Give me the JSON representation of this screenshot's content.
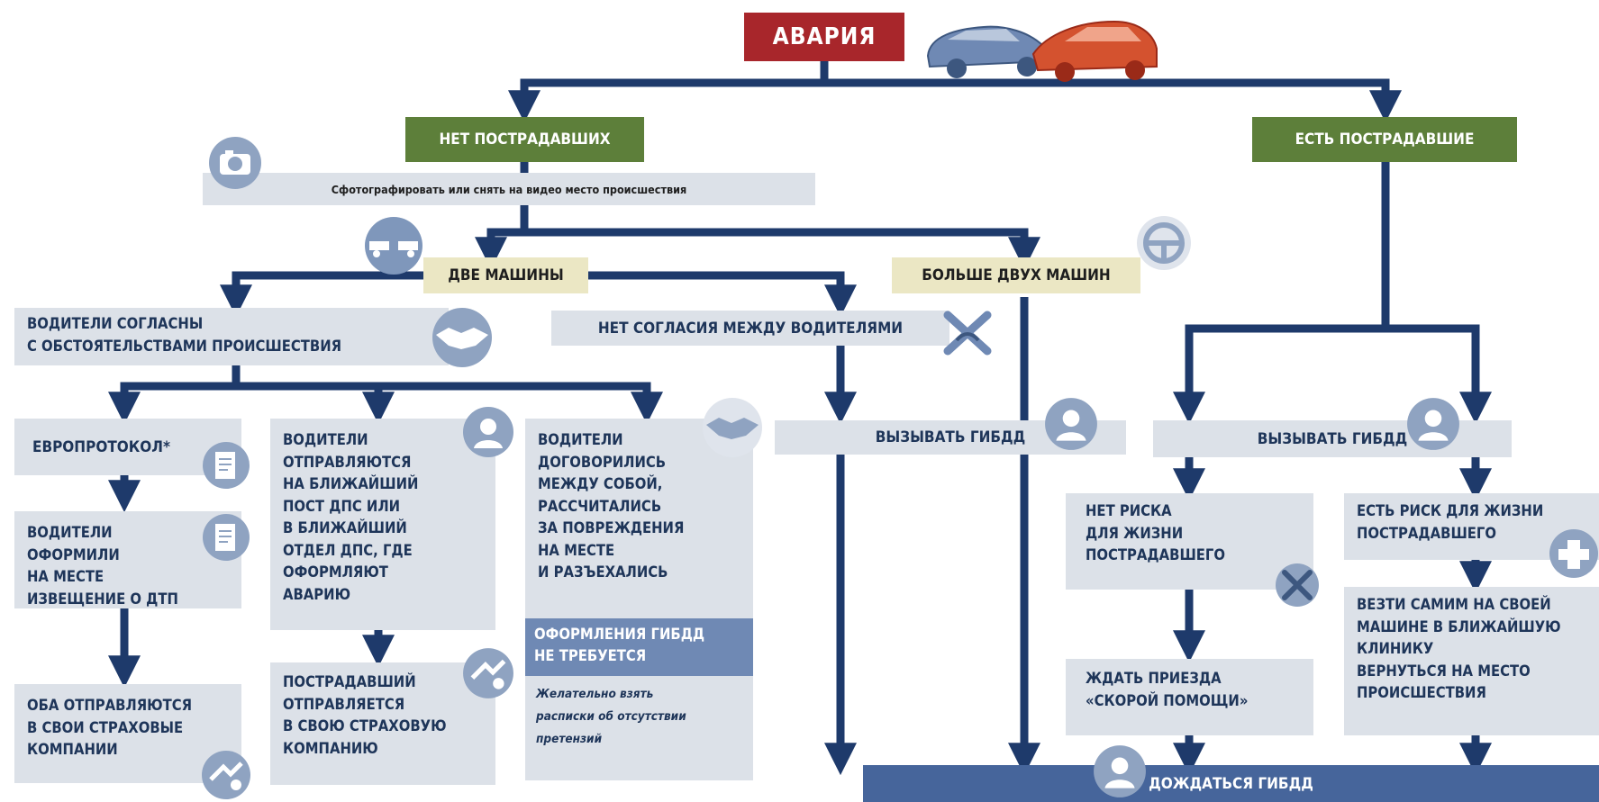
{
  "nodes": {
    "accident": "АВАРИЯ",
    "no_injured": "НЕТ ПОСТРАДАВШИХ",
    "injured": "ЕСТЬ ПОСТРАДАВШИЕ",
    "photo_step": "Сфотографировать или снять на видео место происшествия",
    "two_cars": "ДВЕ МАШИНЫ",
    "more_cars": "БОЛЬШЕ ДВУХ МАШИН",
    "drivers_agree": "ВОДИТЕЛИ СОГЛАСНЫ\nС ОБСТОЯТЕЛЬСТВАМИ ПРОИСШЕСТВИЯ",
    "no_agreement": "НЕТ СОГЛАСИЯ МЕЖДУ ВОДИТЕЛЯМИ",
    "europrotocol": "ЕВРОПРОТОКОЛ*",
    "drivers_filled": "ВОДИТЕЛИ\nОФОРМИЛИ\nНА МЕСТЕ\nИЗВЕЩЕНИЕ О ДТП",
    "both_go": "ОБА ОТПРАВЛЯЮТСЯ\nВ СВОИ СТРАХОВЫЕ\nКОМПАНИИ",
    "drivers_go_post": "ВОДИТЕЛИ\nОТПРАВЛЯЮТСЯ\nНА БЛИЖАЙШИЙ\nПОСТ ДПС ИЛИ\nВ БЛИЖАЙШИЙ\nОТДЕЛ ДПС, ГДЕ\nОФОРМЛЯЮТ\nАВАРИЮ",
    "victim_goes": "ПОСТРАДАВШИЙ\nОТПРАВЛЯЕТСЯ\nВ СВОЮ СТРАХОВУЮ\nКОМПАНИЮ",
    "drivers_settled": "ВОДИТЕЛИ\nДОГОВОРИЛИСЬ\nМЕЖДУ СОБОЙ,\nРАССЧИТАЛИСЬ\nЗА ПОВРЕЖДЕНИЯ\nНА МЕСТЕ\nИ РАЗЪЕХАЛИСЬ",
    "no_gibdd_needed": "ОФОРМЛЕНИЯ ГИБДД\nНЕ ТРЕБУЕТСЯ",
    "receipt_note": "Желательно взять\nрасписки об отсутствии\nпретензий",
    "call_gibdd_left": "ВЫЗЫВАТЬ ГИБДД",
    "call_gibdd_right": "ВЫЗЫВАТЬ ГИБДД",
    "no_risk": "НЕТ РИСКА\nДЛЯ ЖИЗНИ\nПОСТРАДАВШЕГО",
    "risk": "ЕСТЬ РИСК ДЛЯ ЖИЗНИ\nПОСТРАДАВШЕГО",
    "wait_ambulance": "ЖДАТЬ ПРИЕЗДА\n«СКОРОЙ ПОМОЩИ»",
    "drive_clinic": "ВЕЗТИ САМИМ НА СВОЕЙ\nМАШИНЕ В БЛИЖАЙШУЮ\nКЛИНИКУ\nВЕРНУТЬСЯ НА МЕСТО\nПРОИСШЕСТВИЯ",
    "wait_gibdd": "ДОЖДАТЬСЯ ГИБДД"
  },
  "icons": [
    "cars-icon",
    "camera-icon",
    "two-cars-icon",
    "steering-wheel-icon",
    "handshake-icon",
    "cross-icon",
    "police-icon",
    "document-icon",
    "insurance-icon",
    "ambulance-icon"
  ],
  "colors": {
    "red": "#a8262b",
    "green": "#5d7f3a",
    "beige": "#ebe7c4",
    "gray": "#dce1e8",
    "navy": "#1e3a6b",
    "blue": "#6f89b4"
  }
}
